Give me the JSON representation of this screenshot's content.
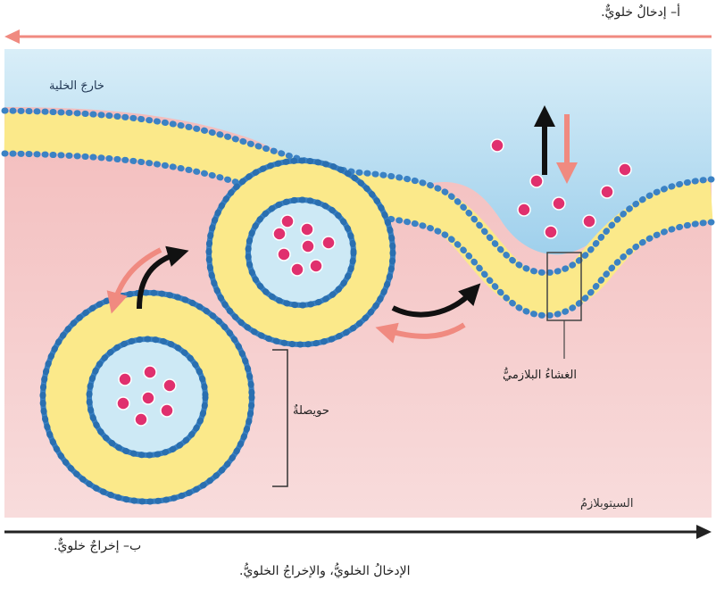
{
  "labels": {
    "endocytosis": "أ– إدخالٌ خلويٌّ.",
    "exocytosis": "ب– إخراجٌ خلويٌّ.",
    "outside_cell": "خارجَ الخلية",
    "plasma_membrane": "الغشاءُ البلازميُّ",
    "vesicle": "حويصلةٌ",
    "cytoplasm": "السيتوبلازمُ",
    "caption": "الإدخالُ الخلويُّ، والإخراجُ الخلويُّ."
  },
  "colors": {
    "extracellular": "#cde9f5",
    "cytoplasm": "#f5c9c7",
    "membrane_core": "#fbe98a",
    "lipid_head": "#3b82c4",
    "lipid_head_outline": "#1d4f8c",
    "cargo": "#e0306e",
    "endocytosis_arrow": "#f08a80",
    "exocytosis_arrow": "#1a1a1a"
  }
}
